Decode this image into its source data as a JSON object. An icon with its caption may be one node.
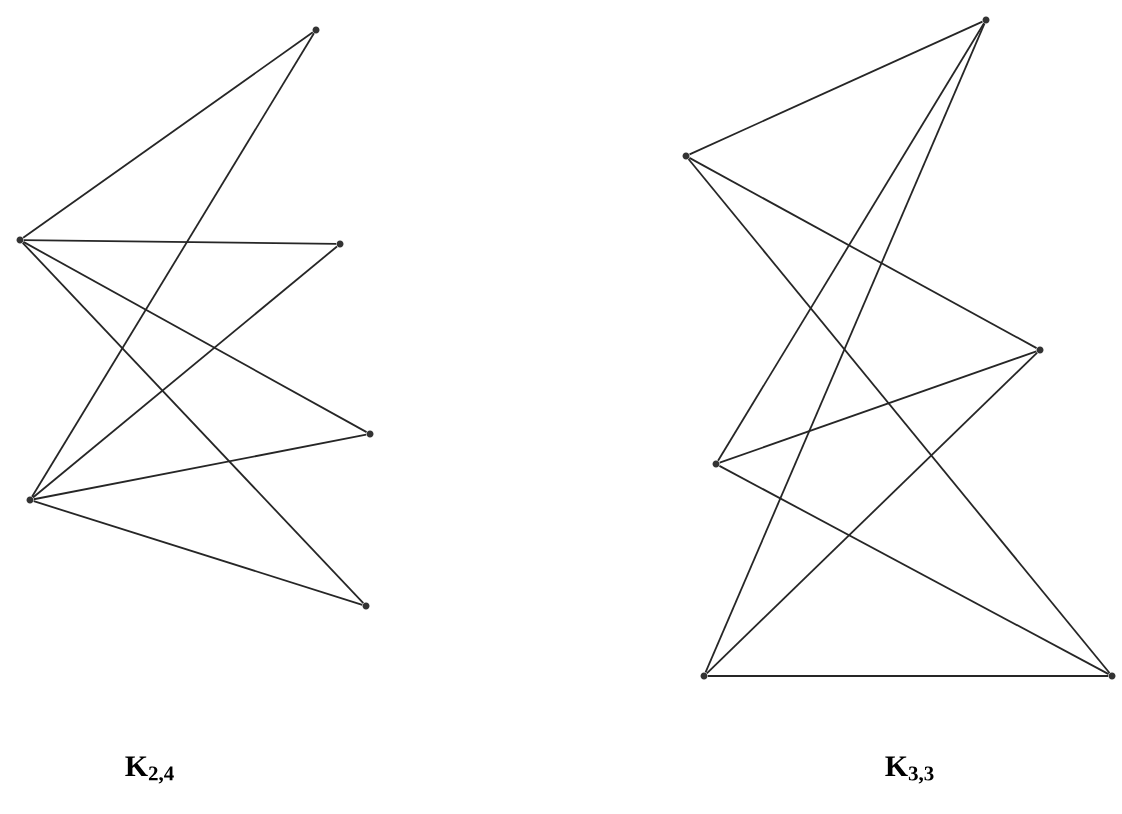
{
  "diagram": {
    "nodes": [
      {
        "text": [],
        "shape": "circle"
      },
      {
        "text": [],
        "shape": "circle"
      },
      {
        "text": [],
        "shape": "circle"
      },
      {
        "text": [],
        "shape": "circle"
      },
      {
        "text": [],
        "shape": "circle"
      },
      {
        "text": [],
        "shape": "circle"
      },
      {
        "text": [],
        "shape": "circle"
      },
      {
        "text": [],
        "shape": "circle"
      },
      {
        "text": [],
        "shape": "circle"
      },
      {
        "text": [],
        "shape": "circle"
      },
      {
        "text": [],
        "shape": "circle"
      },
      {
        "text": [],
        "shape": "circle"
      }
    ],
    "edges": [
      {
        "from": 0,
        "to": 2,
        "arrow": "none"
      },
      {
        "from": 0,
        "to": 3,
        "arrow": "none"
      },
      {
        "from": 0,
        "to": 4,
        "arrow": "none"
      },
      {
        "from": 0,
        "to": 5,
        "arrow": "none"
      },
      {
        "from": 1,
        "to": 2,
        "arrow": "none"
      },
      {
        "from": 1,
        "to": 3,
        "arrow": "none"
      },
      {
        "from": 1,
        "to": 4,
        "arrow": "none"
      },
      {
        "from": 1,
        "to": 5,
        "arrow": "none"
      },
      {
        "from": 6,
        "to": 9,
        "arrow": "none"
      },
      {
        "from": 6,
        "to": 10,
        "arrow": "none"
      },
      {
        "from": 6,
        "to": 11,
        "arrow": "none"
      },
      {
        "from": 7,
        "to": 9,
        "arrow": "none"
      },
      {
        "from": 7,
        "to": 10,
        "arrow": "none"
      },
      {
        "from": 7,
        "to": 11,
        "arrow": "none"
      },
      {
        "from": 8,
        "to": 9,
        "arrow": "none"
      },
      {
        "from": 8,
        "to": 10,
        "arrow": "none"
      },
      {
        "from": 8,
        "to": 11,
        "arrow": "none"
      }
    ],
    "labels": [
      "K$_{2,4}$",
      "K$_{3,3}$"
    ]
  }
}
